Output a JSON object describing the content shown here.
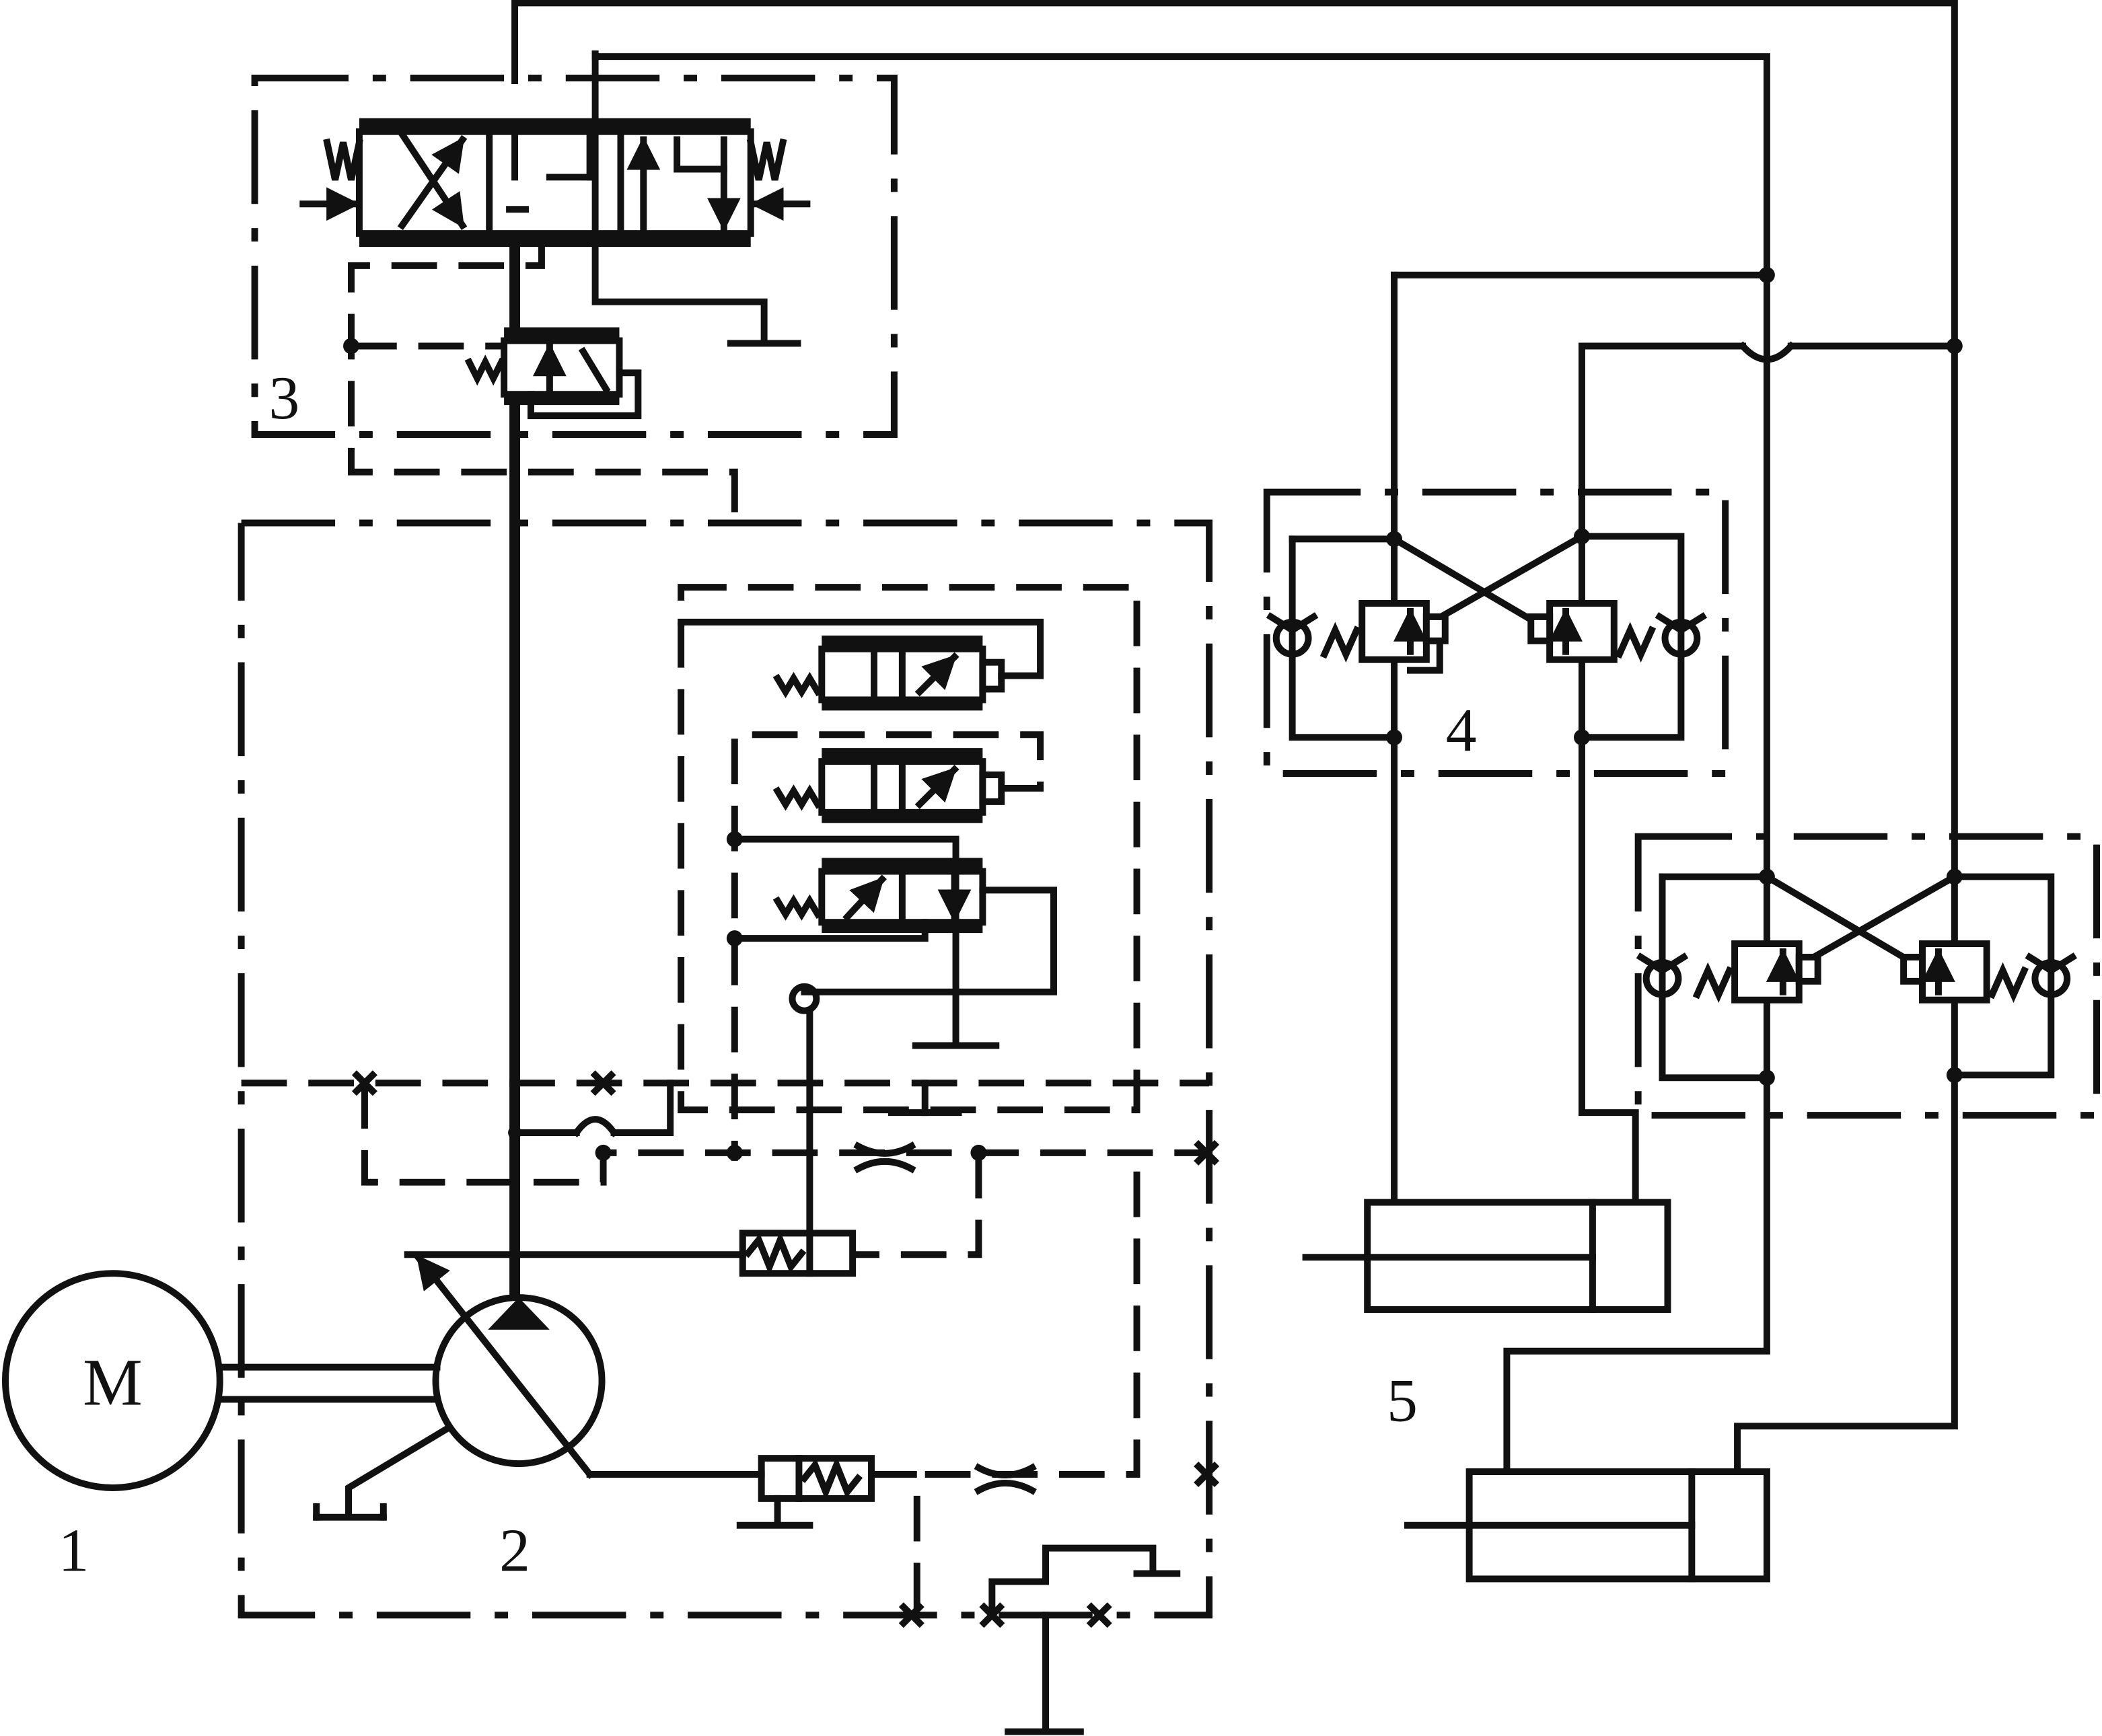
{
  "labels": {
    "motor_symbol": "M",
    "motor_number": "1",
    "pump_number": "2",
    "directional_valve_group_number": "3",
    "lock_valve_group_number": "4",
    "cylinder_number": "5"
  },
  "icons": [
    "electric-motor-icon",
    "variable-displacement-pump-icon",
    "four-way-directional-valve-icon",
    "pressure-compensator-valve-icon",
    "hydraulic-lock-valve-icon",
    "check-valve-icon",
    "hydraulic-cylinder-icon",
    "tank-icon",
    "orifice-icon",
    "spring-icon"
  ]
}
